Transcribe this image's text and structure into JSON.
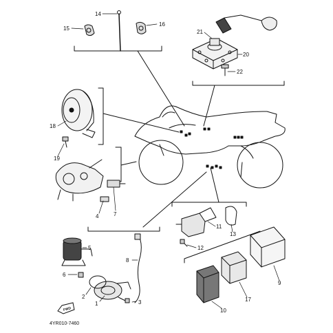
{
  "diagram": {
    "part_code": "4YR010-7460",
    "fwd_label": "FWD",
    "callouts": [
      "1",
      "2",
      "3",
      "4",
      "5",
      "6",
      "7",
      "8",
      "9",
      "10",
      "11",
      "12",
      "13",
      "14",
      "15",
      "16",
      "17",
      "18",
      "19",
      "20",
      "21",
      "22"
    ]
  }
}
